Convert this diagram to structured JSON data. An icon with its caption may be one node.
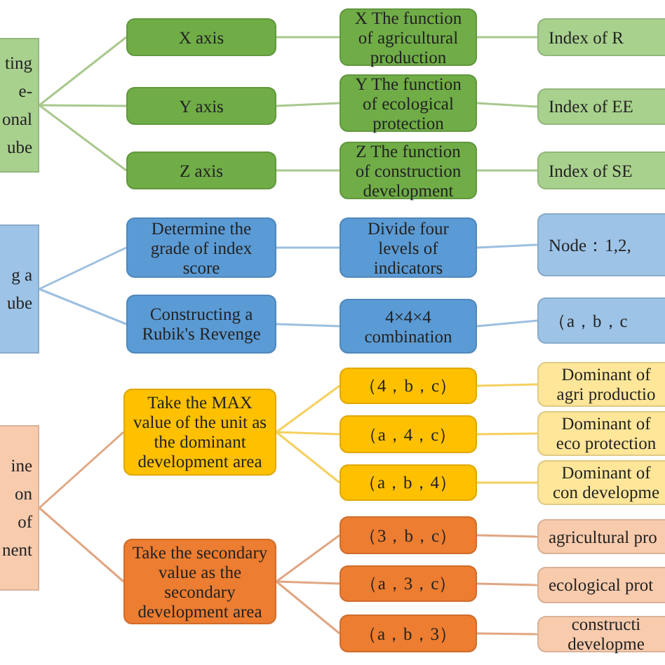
{
  "diagram": {
    "nodes": [
      {
        "text": [
          "ting e- onal ube"
        ]
      },
      {
        "text": [
          "X axis"
        ]
      },
      {
        "text": [
          "Y axis"
        ]
      },
      {
        "text": [
          "Z axis"
        ]
      },
      {
        "text": [
          "X The function of agricultural production"
        ]
      },
      {
        "text": [
          "Y The function of ecological protection"
        ]
      },
      {
        "text": [
          "Z The function of construction development"
        ]
      },
      {
        "text": [
          "Index of R"
        ]
      },
      {
        "text": [
          "Index of EE"
        ]
      },
      {
        "text": [
          "Index of SE"
        ]
      },
      {
        "text": [
          "g a ube"
        ]
      },
      {
        "text": [
          "Determine the grade of index score"
        ]
      },
      {
        "text": [
          "Constructing a Rubik's Revenge"
        ]
      },
      {
        "text": [
          "Divide four levels of indicators"
        ]
      },
      {
        "text": [
          "4×4×4 combination"
        ]
      },
      {
        "text": [
          "Node：1,2,"
        ]
      },
      {
        "text": [
          "（a，b，c"
        ]
      },
      {
        "text": [
          "ine on of nent"
        ]
      },
      {
        "text": [
          "Take the MAX value of the unit as the dominant development area"
        ]
      },
      {
        "text": [
          "Take the secondary value as the secondary development area"
        ]
      },
      {
        "text": [
          "（4，b，c）"
        ]
      },
      {
        "text": [
          "（a，4，c）"
        ]
      },
      {
        "text": [
          "（a，b，4）"
        ]
      },
      {
        "text": [
          "（3，b，c）"
        ]
      },
      {
        "text": [
          "（a，3，c）"
        ]
      },
      {
        "text": [
          "（a，b，3）"
        ]
      },
      {
        "text": [
          "Dominant of agri productio"
        ]
      },
      {
        "text": [
          "Dominant of eco protection"
        ]
      },
      {
        "text": [
          "Dominant of con developme"
        ]
      },
      {
        "text": [
          "agricultural pro"
        ]
      },
      {
        "text": [
          "ecological prot"
        ]
      },
      {
        "text": [
          "constructi developme"
        ]
      }
    ],
    "edges": [
      {
        "from": 0,
        "to": 1,
        "arrow": "none",
        "color": "#a9c88f"
      },
      {
        "from": 0,
        "to": 2,
        "arrow": "none",
        "color": "#a9c88f"
      },
      {
        "from": 0,
        "to": 3,
        "arrow": "none",
        "color": "#a9c88f"
      },
      {
        "from": 1,
        "to": 4,
        "arrow": "none",
        "color": "#a9c88f"
      },
      {
        "from": 2,
        "to": 5,
        "arrow": "none",
        "color": "#a9c88f"
      },
      {
        "from": 3,
        "to": 6,
        "arrow": "none",
        "color": "#a9c88f"
      },
      {
        "from": 4,
        "to": 7,
        "arrow": "none",
        "color": "#a9c88f"
      },
      {
        "from": 5,
        "to": 8,
        "arrow": "none",
        "color": "#a9c88f"
      },
      {
        "from": 6,
        "to": 9,
        "arrow": "none",
        "color": "#a9c88f"
      },
      {
        "from": 10,
        "to": 11,
        "arrow": "none",
        "color": "#9dbfe0"
      },
      {
        "from": 10,
        "to": 12,
        "arrow": "none",
        "color": "#9dbfe0"
      },
      {
        "from": 11,
        "to": 13,
        "arrow": "none",
        "color": "#9dbfe0"
      },
      {
        "from": 12,
        "to": 14,
        "arrow": "none",
        "color": "#9dbfe0"
      },
      {
        "from": 13,
        "to": 15,
        "arrow": "none",
        "color": "#9dbfe0"
      },
      {
        "from": 14,
        "to": 16,
        "arrow": "none",
        "color": "#9dbfe0"
      },
      {
        "from": 17,
        "to": 18,
        "arrow": "none",
        "color": "#e0a682"
      },
      {
        "from": 17,
        "to": 19,
        "arrow": "none",
        "color": "#e0a682"
      },
      {
        "from": 18,
        "to": 20,
        "arrow": "none",
        "color": "#f5d060"
      },
      {
        "from": 18,
        "to": 21,
        "arrow": "none",
        "color": "#f5d060"
      },
      {
        "from": 18,
        "to": 22,
        "arrow": "none",
        "color": "#f5d060"
      },
      {
        "from": 19,
        "to": 23,
        "arrow": "none",
        "color": "#e0a682"
      },
      {
        "from": 19,
        "to": 24,
        "arrow": "none",
        "color": "#e0a682"
      },
      {
        "from": 19,
        "to": 25,
        "arrow": "none",
        "color": "#e0a682"
      },
      {
        "from": 20,
        "to": 26,
        "arrow": "none",
        "color": "#f5d060"
      },
      {
        "from": 21,
        "to": 27,
        "arrow": "none",
        "color": "#f5d060"
      },
      {
        "from": 22,
        "to": 28,
        "arrow": "none",
        "color": "#f5d060"
      },
      {
        "from": 23,
        "to": 29,
        "arrow": "none",
        "color": "#e0a682"
      },
      {
        "from": 24,
        "to": 30,
        "arrow": "none",
        "color": "#e0a682"
      },
      {
        "from": 25,
        "to": 31,
        "arrow": "none",
        "color": "#e0a682"
      }
    ]
  }
}
